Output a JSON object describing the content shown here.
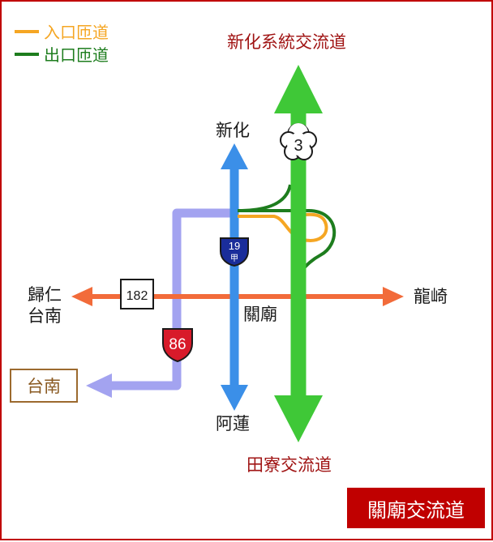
{
  "legend": [
    {
      "label": "入口匝道",
      "color": "#f5a623"
    },
    {
      "label": "出口匝道",
      "color": "#1e7d1e"
    }
  ],
  "labels": {
    "north_interchange": "新化系統交流道",
    "south_interchange": "田寮交流道",
    "xinhua": "新化",
    "alian": "阿蓮",
    "guiren_line1": "歸仁",
    "guiren_line2": "台南",
    "longqi": "龍崎",
    "guanmiao": "關廟",
    "tainan_box": "台南"
  },
  "route_shields": {
    "freeway": "3",
    "prov19": "19",
    "prov19_suffix": "甲",
    "expressway": "86",
    "county": "182"
  },
  "title": "關廟交流道",
  "colors": {
    "freeway_green": "#3fc837",
    "prov19_blue": "#3b8fe8",
    "county_orange": "#f26b3a",
    "expressway_lavender": "#a3a3f0",
    "frame_red": "#c00000"
  }
}
